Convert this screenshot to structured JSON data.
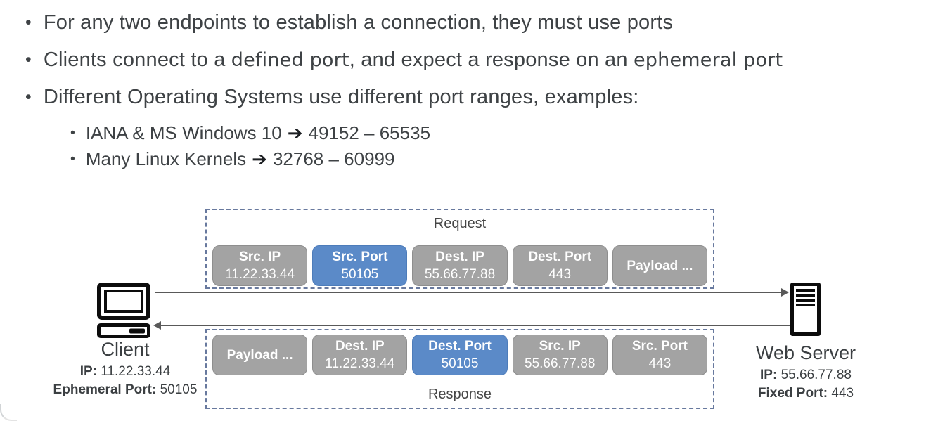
{
  "colors": {
    "chip_gray": "#a3a3a3",
    "chip_gray_border": "#8e8e8e",
    "chip_blue": "#5b8ac8",
    "chip_blue_border": "#4d7cba",
    "dashed_border": "#68799e",
    "arrow": "#595959",
    "text_dark": "#3e4245",
    "icon_black": "#0c0c0c"
  },
  "bullets": {
    "b1": "For any two endpoints to establish a connection, they must use ports",
    "b2_pre": "Clients connect to a ",
    "b2_em1": "defined port",
    "b2_mid": ", and expect a response on an ",
    "b2_em2": "ephemeral port",
    "b3": "Different Operating Systems use different port ranges, examples:",
    "sub": [
      {
        "label": "IANA & MS Windows 10",
        "arrow": "➔",
        "range": "49152 – 65535"
      },
      {
        "label": "Many Linux Kernels",
        "arrow": "➔",
        "range": "32768 – 60999"
      }
    ]
  },
  "diagram": {
    "request": {
      "label": "Request",
      "fields": [
        {
          "title": "Src. IP",
          "value": "11.22.33.44"
        },
        {
          "title": "Src. Port",
          "value": "50105"
        },
        {
          "title": "Dest. IP",
          "value": "55.66.77.88"
        },
        {
          "title": "Dest. Port",
          "value": "443"
        },
        {
          "title": "Payload ...",
          "value": ""
        }
      ]
    },
    "response": {
      "label": "Response",
      "fields": [
        {
          "title": "Payload ...",
          "value": ""
        },
        {
          "title": "Dest. IP",
          "value": "11.22.33.44"
        },
        {
          "title": "Dest. Port",
          "value": "50105"
        },
        {
          "title": "Src. IP",
          "value": "55.66.77.88"
        },
        {
          "title": "Src. Port",
          "value": "443"
        }
      ]
    },
    "client": {
      "icon": "desktop-computer",
      "name": "Client",
      "ip_label": "IP:",
      "ip_value": "11.22.33.44",
      "port_label": "Ephemeral Port:",
      "port_value": "50105"
    },
    "server": {
      "icon": "server-tower",
      "name": "Web Server",
      "ip_label": "IP:",
      "ip_value": "55.66.77.88",
      "port_label": "Fixed Port:",
      "port_value": "443"
    }
  }
}
